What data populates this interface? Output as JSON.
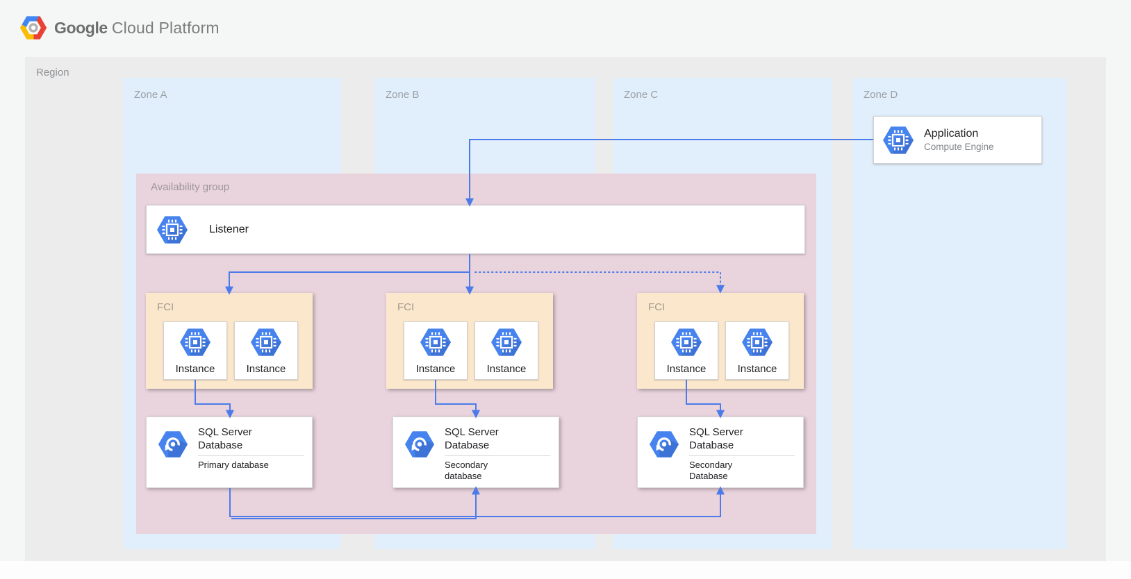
{
  "header": {
    "logo": {
      "word1": "Google",
      "word2": "Cloud Platform",
      "icon": "gcp-hexagon-logo"
    }
  },
  "region": {
    "label": "Region"
  },
  "zones": [
    {
      "label": "Zone A"
    },
    {
      "label": "Zone B"
    },
    {
      "label": "Zone C"
    },
    {
      "label": "Zone D"
    }
  ],
  "application": {
    "title": "Application",
    "subtitle": "Compute Engine",
    "icon": "compute-engine-icon"
  },
  "availability_group": {
    "label": "Availability group"
  },
  "listener": {
    "label": "Listener",
    "icon": "compute-engine-icon"
  },
  "fci_groups": [
    {
      "label": "FCI",
      "instances": [
        {
          "label": "Instance",
          "icon": "compute-engine-icon"
        },
        {
          "label": "Instance",
          "icon": "compute-engine-icon"
        }
      ]
    },
    {
      "label": "FCI",
      "instances": [
        {
          "label": "Instance",
          "icon": "compute-engine-icon"
        },
        {
          "label": "Instance",
          "icon": "compute-engine-icon"
        }
      ]
    },
    {
      "label": "FCI",
      "instances": [
        {
          "label": "Instance",
          "icon": "compute-engine-icon"
        },
        {
          "label": "Instance",
          "icon": "compute-engine-icon"
        }
      ]
    }
  ],
  "databases": [
    {
      "title": "SQL Server Database",
      "subtitle": "Primary database",
      "icon": "cloud-sql-icon"
    },
    {
      "title": "SQL Server Database",
      "subtitle": "Secondary database",
      "icon": "cloud-sql-icon"
    },
    {
      "title": "SQL Server Database",
      "subtitle": "Secondary Database",
      "icon": "cloud-sql-icon"
    }
  ],
  "colors": {
    "accent_blue": "#4b7be8",
    "icon_blue": "#4683ee",
    "zone_bg": "#e1effc",
    "region_bg": "#ececec",
    "availability_bg": "#e9d3dd",
    "fci_bg": "#fbe7cc"
  }
}
